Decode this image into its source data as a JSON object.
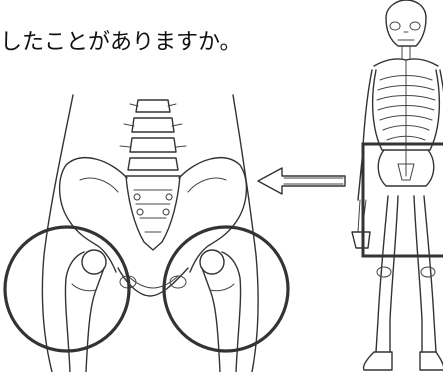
{
  "caption": {
    "text": "したことがありますか。"
  },
  "colors": {
    "ink": "#333333",
    "background": "#ffffff"
  },
  "illustration": {
    "highlighted_region": "hip-joints",
    "arrow_direction": "left"
  }
}
